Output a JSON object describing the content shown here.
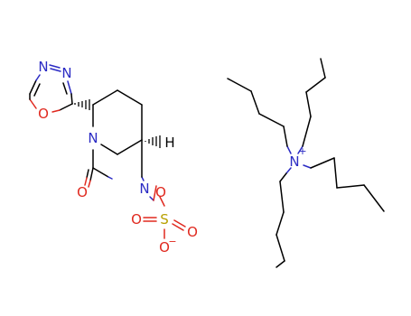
{
  "colors": {
    "carbon_bond": "#000000",
    "nitrogen": "#2b2bc4",
    "oxygen": "#e0281e",
    "sulfur": "#b8a000",
    "background": "#ffffff"
  },
  "anion": {
    "oxadiazole": {
      "n3_label": "N",
      "n4_label": "N",
      "o1_label": "O"
    },
    "ring_n1_label": "N",
    "ring_n6_label": "N",
    "stereo_h_label": "H",
    "carbonyl_o_label": "O",
    "n_o_link_label": "O",
    "sulfate": {
      "s_label": "S",
      "o_left_label": "O",
      "o_right_label": "O",
      "o_minus_label": "O",
      "minus_sign": "−"
    }
  },
  "cation": {
    "n_label": "N",
    "plus_sign": "+"
  }
}
